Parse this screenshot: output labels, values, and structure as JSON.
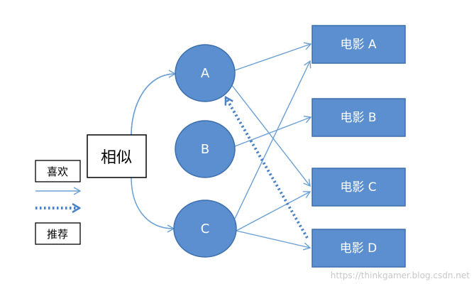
{
  "users": [
    {
      "id": "A",
      "label": "A"
    },
    {
      "id": "B",
      "label": "B"
    },
    {
      "id": "C",
      "label": "C"
    }
  ],
  "movies": [
    {
      "id": "movie-a",
      "label": "电影 A"
    },
    {
      "id": "movie-b",
      "label": "电影 B"
    },
    {
      "id": "movie-c",
      "label": "电影 C"
    },
    {
      "id": "movie-d",
      "label": "电影 D"
    }
  ],
  "similar_label": "相似",
  "legend": {
    "like_label": "喜欢",
    "recommend_label": "推荐"
  },
  "edges": {
    "like": [
      {
        "from": "A",
        "to": "movie-a"
      },
      {
        "from": "A",
        "to": "movie-c"
      },
      {
        "from": "B",
        "to": "movie-b"
      },
      {
        "from": "C",
        "to": "movie-a"
      },
      {
        "from": "C",
        "to": "movie-c"
      },
      {
        "from": "C",
        "to": "movie-d"
      }
    ],
    "similar": {
      "between": [
        "A",
        "C"
      ]
    },
    "recommend": {
      "from": "movie-d",
      "to": "A"
    }
  },
  "watermark": "https://thinkgamer.blog.csdn.net",
  "colors": {
    "node_fill": "#5b8fcf",
    "node_stroke": "#3d6fae",
    "edge": "#6a9fd6",
    "recommend": "#4a82c8"
  }
}
